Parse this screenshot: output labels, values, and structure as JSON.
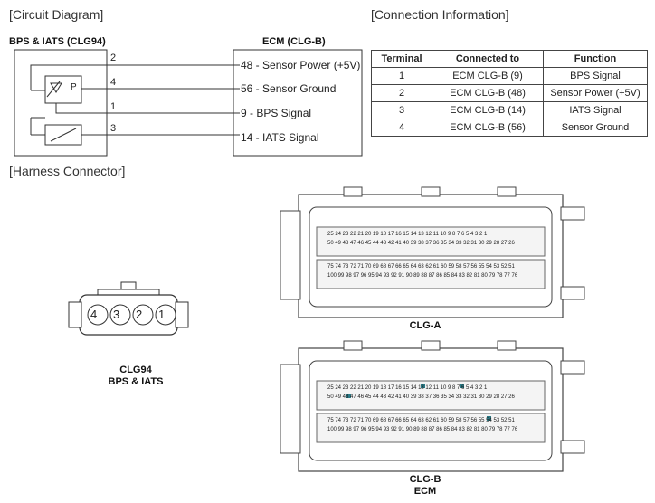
{
  "sections": {
    "circuit": "[Circuit Diagram]",
    "connection": "[Connection Information]",
    "harness": "[Harness Connector]"
  },
  "sensor": {
    "title": "BPS & IATS (CLG94)",
    "pressure_symbol": "P"
  },
  "ecm": {
    "title": "ECM (CLG-B)"
  },
  "sensor_pins": [
    "2",
    "4",
    "1",
    "3"
  ],
  "ecm_pins": [
    "48 - Sensor Power (+5V)",
    "56 - Sensor Ground",
    "9 - BPS Signal",
    "14 - IATS Signal"
  ],
  "table": {
    "headers": [
      "Terminal",
      "Connected to",
      "Function"
    ],
    "rows": [
      [
        "1",
        "ECM CLG-B (9)",
        "BPS Signal"
      ],
      [
        "2",
        "ECM CLG-B (48)",
        "Sensor Power (+5V)"
      ],
      [
        "3",
        "ECM CLG-B (14)",
        "IATS Signal"
      ],
      [
        "4",
        "ECM CLG-B (56)",
        "Sensor Ground"
      ]
    ]
  },
  "connector_small": {
    "pins": [
      "4",
      "3",
      "2",
      "1"
    ],
    "name": "CLG94",
    "label": "BPS & IATS"
  },
  "clg_a": {
    "caption": "CLG-A",
    "rows": [
      "25 24 23 22 21 20 19 18 17 16 15 14 13 12 11 10 9 8 7 6 5 4 3 2 1",
      "50 49 48 47 46 45 44 43 42 41 40 39 38 37 36 35 34 33 32 31 30 29 28 27 26",
      "75 74 73 72 71 70 69 68 67 66 65 64 63 62 61 60 59 58 57 56 55 54 53 52 51",
      "100 99 98 97 96 95 94 93 92 91 90 89 88 87 86 85 84 83 82 81 80 79 78 77 76"
    ]
  },
  "clg_b": {
    "caption": "CLG-B",
    "caption2": "ECM",
    "rows": [
      "25 24 23 22 21 20 19 18 17 16 15 14 13 12 11 10 9 8 7 6 5 4 3 2 1",
      "50 49 48 47 46 45 44 43 42 41 40 39 38 37 36 35 34 33 32 31 30 29 28 27 26",
      "75 74 73 72 71 70 69 68 67 66 65 64 63 62 61 60 59 58 57 56 55 54 53 52 51",
      "100 99 98 97 96 95 94 93 92 91 90 89 88 87 86 85 84 83 82 81 80 79 78 77 76"
    ]
  },
  "colors": {
    "highlight": "#2a7a86",
    "line": "#333333"
  }
}
